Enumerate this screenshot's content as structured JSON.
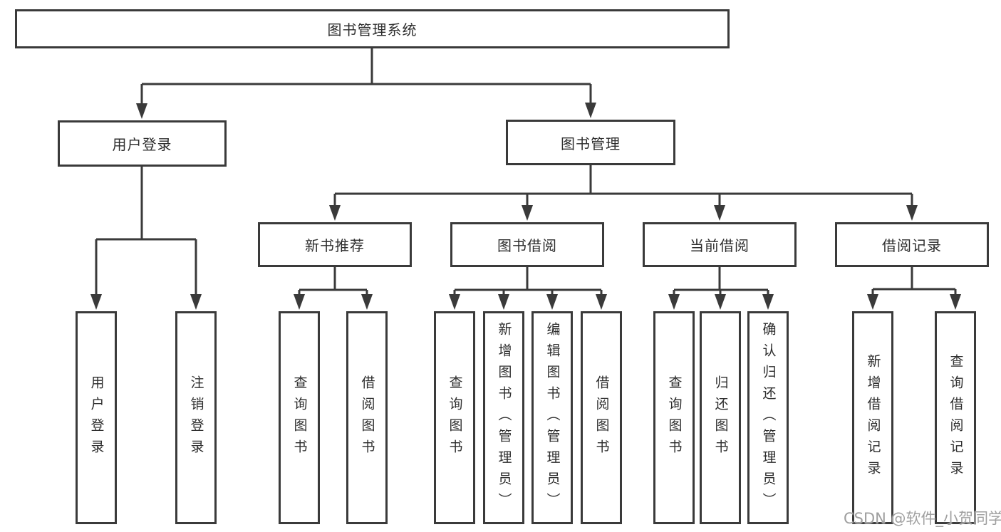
{
  "diagram_title": "图书管理系统",
  "nodes": {
    "root": "图书管理系统",
    "user_login": "用户登录",
    "book_mgmt": "图书管理",
    "new_books": "新书推荐",
    "book_borrow": "图书借阅",
    "current_borrow": "当前借阅",
    "borrow_records": "借阅记录",
    "leaf_user_login": "用户登录",
    "leaf_logout": "注销登录",
    "leaf_new_query": "查询图书",
    "leaf_new_borrow": "借阅图书",
    "leaf_bb_query": "查询图书",
    "leaf_bb_add": "新增图书（管理员）",
    "leaf_bb_edit": "编辑图书（管理员）",
    "leaf_bb_borrow": "借阅图书",
    "leaf_cb_query": "查询图书",
    "leaf_cb_return": "归还图书",
    "leaf_cb_confirm": "确认归还（管理员）",
    "leaf_br_add": "新增借阅记录",
    "leaf_br_query": "查询借阅记录"
  },
  "hierarchy": {
    "label": "图书管理系统",
    "children": [
      {
        "label": "用户登录",
        "children": [
          {
            "label": "用户登录"
          },
          {
            "label": "注销登录"
          }
        ]
      },
      {
        "label": "图书管理",
        "children": [
          {
            "label": "新书推荐",
            "children": [
              {
                "label": "查询图书"
              },
              {
                "label": "借阅图书"
              }
            ]
          },
          {
            "label": "图书借阅",
            "children": [
              {
                "label": "查询图书"
              },
              {
                "label": "新增图书（管理员）"
              },
              {
                "label": "编辑图书（管理员）"
              },
              {
                "label": "借阅图书"
              }
            ]
          },
          {
            "label": "当前借阅",
            "children": [
              {
                "label": "查询图书"
              },
              {
                "label": "归还图书"
              },
              {
                "label": "确认归还（管理员）"
              }
            ]
          },
          {
            "label": "借阅记录",
            "children": [
              {
                "label": "新增借阅记录"
              },
              {
                "label": "查询借阅记录"
              }
            ]
          }
        ]
      }
    ]
  },
  "watermark": "CSDN @软件_小贺同学",
  "colors": {
    "line": "#3a3a3a",
    "text": "#2d2d2d",
    "watermark": "#9f9f9f",
    "background": "#ffffff"
  }
}
